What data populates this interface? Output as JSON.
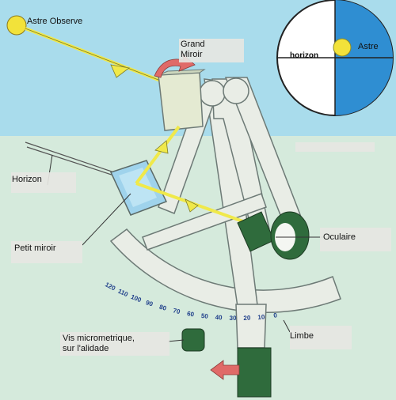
{
  "colors": {
    "sky": "#a9dcec",
    "sea": "#d5eadc",
    "frame": "#e9ede6",
    "frame_stroke": "#6d7a76",
    "sun": "#f2e23a",
    "ray": "#f0e94a",
    "arrow_red": "#e06a68",
    "eyepiece": "#2f6b3c",
    "circle_blue": "#2f8ed2"
  },
  "labels": {
    "astre_observe": "Astre Observe",
    "grand_miroir_1": "Grand",
    "grand_miroir_2": "Miroir",
    "horizon_inset": "horizon",
    "astre_inset": "Astre",
    "horizon": "Horizon",
    "petit_miroir": "Petit miroir",
    "oculaire": "Oculaire",
    "limbe": "Limbe",
    "vis_1": "Vis micrometrique,",
    "vis_2": "sur l'alidade"
  },
  "icons": {
    "sun": "sun-icon",
    "rotate_arrow": "curved-arrow-icon",
    "move_arrow": "left-arrow-icon"
  },
  "scale": [
    "120",
    "110",
    "100",
    "90",
    "80",
    "70",
    "60",
    "50",
    "40",
    "30",
    "20",
    "10",
    "0"
  ]
}
